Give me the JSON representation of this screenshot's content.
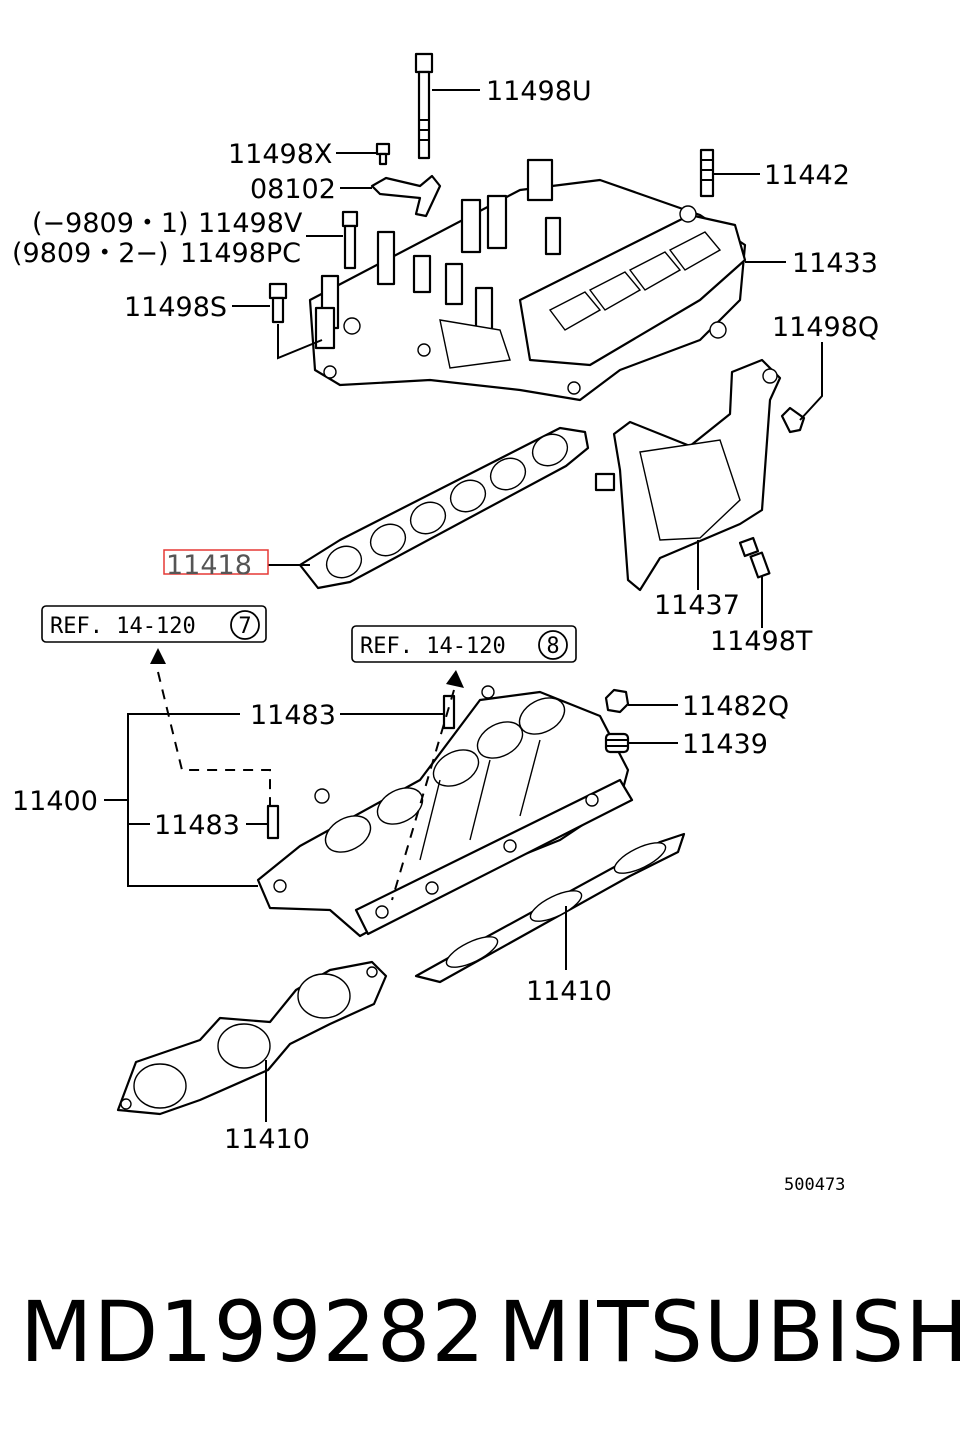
{
  "callouts": {
    "c11498U": "11498U",
    "c11498X": "11498X",
    "c08102": "08102",
    "c11442": "11442",
    "c11498V_prefix": "(−9809・1)",
    "c11498V": "11498V",
    "c11498PC_prefix": "(9809・2−)",
    "c11498PC": "11498PC",
    "c11433": "11433",
    "c11498S": "11498S",
    "c11498Q": "11498Q",
    "c11418": "11418",
    "c11437": "11437",
    "c11498T": "11498T",
    "c11483_upper": "11483",
    "c11482Q": "11482Q",
    "c11439": "11439",
    "c11400": "11400",
    "c11483_lower": "11483",
    "c11410_right": "11410",
    "c11410_left": "11410"
  },
  "references": {
    "ref1_text": "REF. 14-120",
    "ref1_num": "7",
    "ref2_text": "REF. 14-120",
    "ref2_num": "8"
  },
  "diagram_code": "500473",
  "part_number": "MD199282",
  "brand": "MITSUBISHI",
  "highlight_color": "#e53935"
}
